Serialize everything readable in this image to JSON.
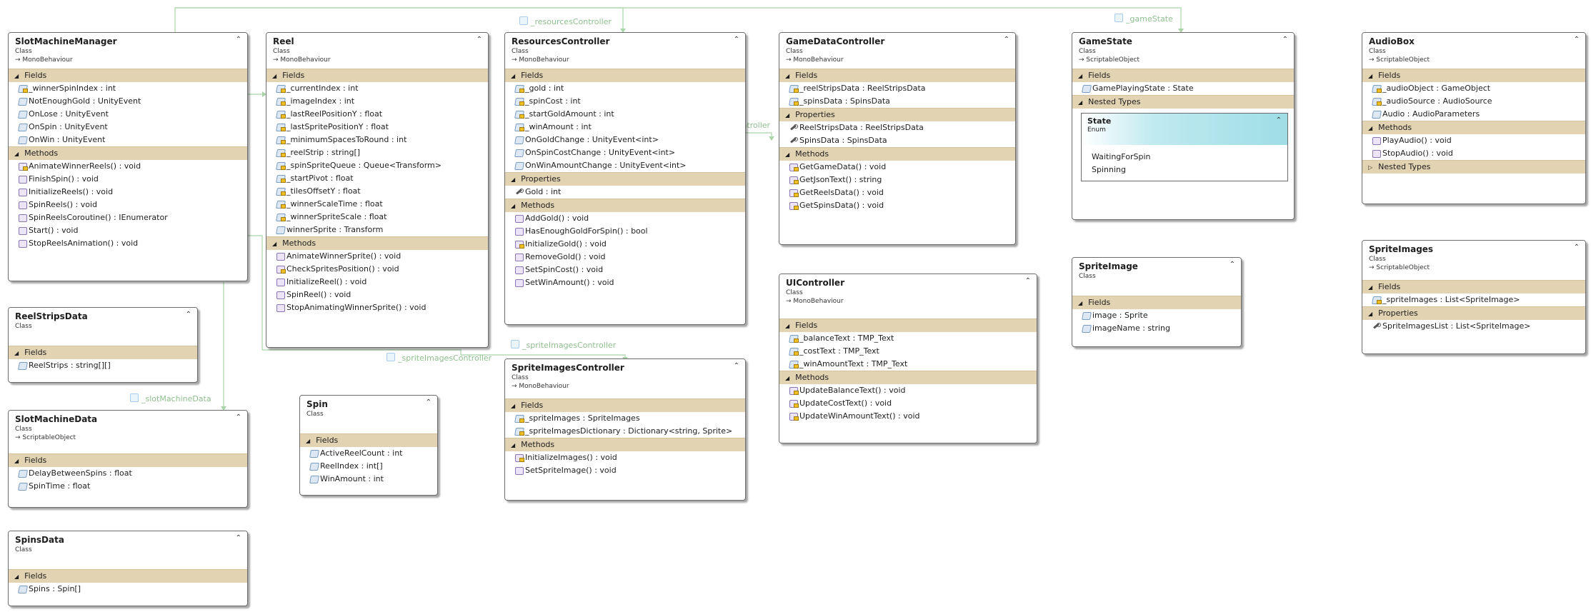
{
  "diagram": {
    "collapse_glyph": "⌃",
    "section_expanded_glyph": "◢",
    "section_collapsed_glyph": "▷",
    "connector_color": "#a8d4a8",
    "header_color": "#e2d3b2",
    "enum_color": "#9fdde6"
  },
  "connectors": {
    "resources": "_resourcesController",
    "game_state": "_gameState",
    "game_data": "_gameDataController",
    "sprite_images_1": "_spriteImagesController",
    "sprite_images_2": "_spriteImagesController",
    "slot_machine_data": "_slotMachineData"
  },
  "classes": {
    "slot_machine_manager": {
      "name": "SlotMachineManager",
      "kind": "Class",
      "base": "→ MonoBehaviour",
      "sections": {
        "fields": "Fields",
        "methods": "Methods"
      },
      "fields": [
        "_winnerSpinIndex : int",
        "NotEnoughGold : UnityEvent",
        "OnLose : UnityEvent",
        "OnSpin : UnityEvent",
        "OnWin : UnityEvent"
      ],
      "methods": [
        "AnimateWinnerReels() : void",
        "FinishSpin() : void",
        "InitializeReels() : void",
        "SpinReels() : void",
        "SpinReelsCoroutine() : IEnumerator",
        "Start() : void",
        "StopReelsAnimation() : void"
      ]
    },
    "reel": {
      "name": "Reel",
      "kind": "Class",
      "base": "→ MonoBehaviour",
      "sections": {
        "fields": "Fields",
        "methods": "Methods"
      },
      "fields": [
        "_currentIndex : int",
        "_imageIndex : int",
        "_lastReelPositionY : float",
        "_lastSpritePositionY : float",
        "_minimumSpacesToRound : int",
        "_reelStrip : string[]",
        "_spinSpriteQueue : Queue<Transform>",
        "_startPivot : float",
        "_tilesOffsetY : float",
        "_winnerScaleTime : float",
        "_winnerSpriteScale : float",
        "winnerSprite : Transform"
      ],
      "methods": [
        "AnimateWinnerSprite() : void",
        "CheckSpritesPosition() : void",
        "InitializeReel() : void",
        "SpinReel() : void",
        "StopAnimatingWinnerSprite() : void"
      ]
    },
    "resources_controller": {
      "name": "ResourcesController",
      "kind": "Class",
      "base": "→ MonoBehaviour",
      "sections": {
        "fields": "Fields",
        "properties": "Properties",
        "methods": "Methods"
      },
      "fields": [
        "_gold : int",
        "_spinCost : int",
        "_startGoldAmount : int",
        "_winAmount : int",
        "OnGoldChange : UnityEvent<int>",
        "OnSpinCostChange : UnityEvent<int>",
        "OnWinAmountChange : UnityEvent<int>"
      ],
      "properties": [
        "Gold : int"
      ],
      "methods": [
        "AddGold() : void",
        "HasEnoughGoldForSpin() : bool",
        "InitializeGold() : void",
        "RemoveGold() : void",
        "SetSpinCost() : void",
        "SetWinAmount() : void"
      ]
    },
    "game_data_controller": {
      "name": "GameDataController",
      "kind": "Class",
      "base": "→ MonoBehaviour",
      "sections": {
        "fields": "Fields",
        "properties": "Properties",
        "methods": "Methods"
      },
      "fields": [
        "_reelStripsData : ReelStripsData",
        "_spinsData : SpinsData"
      ],
      "properties": [
        "ReelStripsData : ReelStripsData",
        "SpinsData : SpinsData"
      ],
      "methods": [
        "GetGameData() : void",
        "GetJsonText() : string",
        "GetReelsData() : void",
        "GetSpinsData() : void"
      ]
    },
    "game_state": {
      "name": "GameState",
      "kind": "Class",
      "base": "→ ScriptableObject",
      "sections": {
        "fields": "Fields",
        "nested": "Nested Types"
      },
      "fields": [
        "GamePlayingState : State"
      ],
      "enum": {
        "name": "State",
        "kind": "Enum",
        "values": [
          "WaitingForSpin",
          "Spinning"
        ]
      }
    },
    "audio_box": {
      "name": "AudioBox",
      "kind": "Class",
      "base": "→ ScriptableObject",
      "sections": {
        "fields": "Fields",
        "methods": "Methods",
        "nested": "Nested Types"
      },
      "fields": [
        "_audioObject : GameObject",
        "_audioSource : AudioSource",
        "Audio : AudioParameters"
      ],
      "methods": [
        "PlayAudio() : void",
        "StopAudio() : void"
      ]
    },
    "reel_strips_data": {
      "name": "ReelStripsData",
      "kind": "Class",
      "sections": {
        "fields": "Fields"
      },
      "fields": [
        "ReelStrips : string[][]"
      ]
    },
    "slot_machine_data": {
      "name": "SlotMachineData",
      "kind": "Class",
      "base": "→ ScriptableObject",
      "sections": {
        "fields": "Fields"
      },
      "fields": [
        "DelayBetweenSpins : float",
        "SpinTime : float"
      ]
    },
    "spins_data": {
      "name": "SpinsData",
      "kind": "Class",
      "sections": {
        "fields": "Fields"
      },
      "fields": [
        "Spins : Spin[]"
      ]
    },
    "spin": {
      "name": "Spin",
      "kind": "Class",
      "sections": {
        "fields": "Fields"
      },
      "fields": [
        "ActiveReelCount : int",
        "ReelIndex : int[]",
        "WinAmount : int"
      ]
    },
    "sprite_images_controller": {
      "name": "SpriteImagesController",
      "kind": "Class",
      "base": "→ MonoBehaviour",
      "sections": {
        "fields": "Fields",
        "methods": "Methods"
      },
      "fields": [
        "_spriteImages : SpriteImages",
        "_spriteImagesDictionary : Dictionary<string, Sprite>"
      ],
      "methods": [
        "InitializeImages() : void",
        "SetSpriteImage() : void"
      ]
    },
    "ui_controller": {
      "name": "UIController",
      "kind": "Class",
      "base": "→ MonoBehaviour",
      "sections": {
        "fields": "Fields",
        "methods": "Methods"
      },
      "fields": [
        "_balanceText : TMP_Text",
        "_costText : TMP_Text",
        "_winAmountText : TMP_Text"
      ],
      "methods": [
        "UpdateBalanceText() : void",
        "UpdateCostText() : void",
        "UpdateWinAmountText() : void"
      ]
    },
    "sprite_image": {
      "name": "SpriteImage",
      "kind": "Class",
      "sections": {
        "fields": "Fields"
      },
      "fields": [
        "image : Sprite",
        "imageName : string"
      ]
    },
    "sprite_images": {
      "name": "SpriteImages",
      "kind": "Class",
      "base": "→ ScriptableObject",
      "sections": {
        "fields": "Fields",
        "properties": "Properties"
      },
      "fields": [
        "_spriteImages : List<SpriteImage>"
      ],
      "properties": [
        "SpriteImagesList : List<SpriteImage>"
      ]
    }
  }
}
